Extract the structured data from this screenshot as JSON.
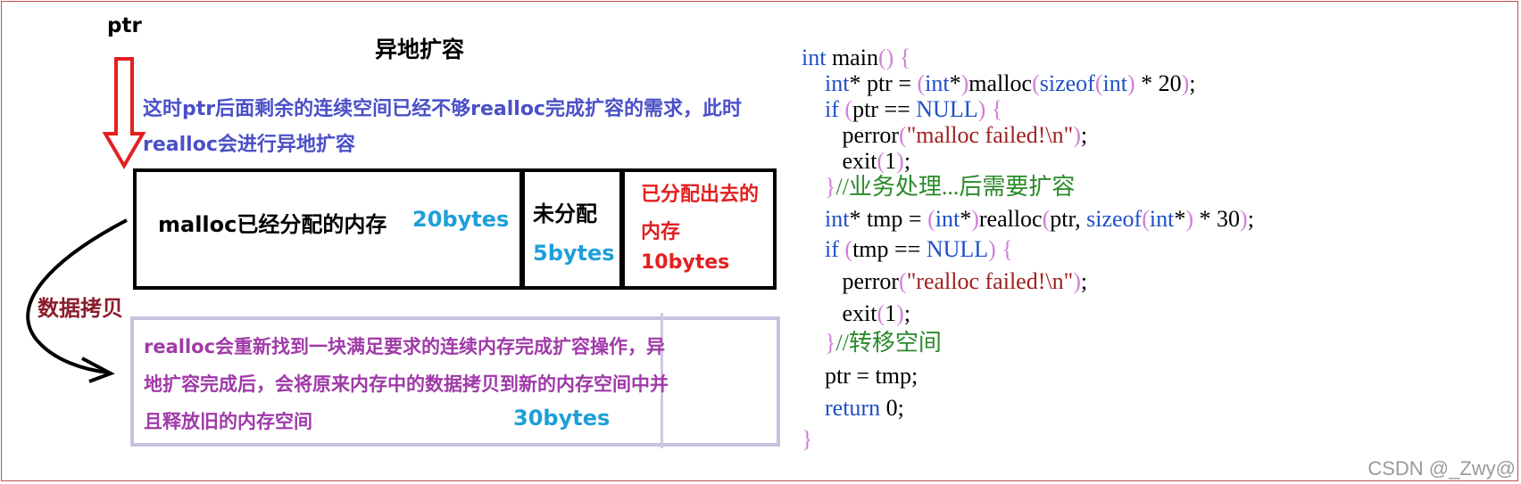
{
  "diagram": {
    "ptr_label": "ptr",
    "title": "异地扩容",
    "note_top": "这时ptr后面剩余的连续空间已经不够realloc完成扩容的需求，此时realloc会进行异地扩容",
    "malloc_label": "malloc已经分配的内存",
    "malloc_size": "20bytes",
    "unalloc_label": "未分配",
    "unalloc_size": "5bytes",
    "allocated_label": "已分配出去的内存",
    "allocated_size": "10bytes",
    "copy_label": "数据拷贝",
    "note_new": "realloc会重新找到一块满足要求的连续内存完成扩容操作，异地扩容完成后，会将原来内存中的数据拷贝到新的内存空间中并且释放旧的内存空间",
    "new_size": "30bytes"
  },
  "code": {
    "lines": [
      "int main() {",
      "    int* ptr = (int*)malloc(sizeof(int) * 20);",
      "    if (ptr == NULL) {",
      "       perror(\"malloc failed!\\n\");",
      "       exit(1);",
      "    }//业务处理...后需要扩容",
      "    int* tmp = (int*)realloc(ptr, sizeof(int*) * 30);",
      "    if (tmp == NULL) {",
      "       perror(\"realloc failed!\\n\");",
      "       exit(1);",
      "    }//转移空间",
      "    ptr = tmp;",
      "    return 0;",
      "}"
    ]
  },
  "watermark": "CSDN @_Zwy@",
  "colors": {
    "keyword": "#1f4fc8",
    "accent_blue": "#1e9fd8",
    "alert_red": "#e41f1f",
    "note_purple": "#a03aa8",
    "note_blue": "#4a50c8",
    "copy_dark_red": "#8b1c2b"
  }
}
